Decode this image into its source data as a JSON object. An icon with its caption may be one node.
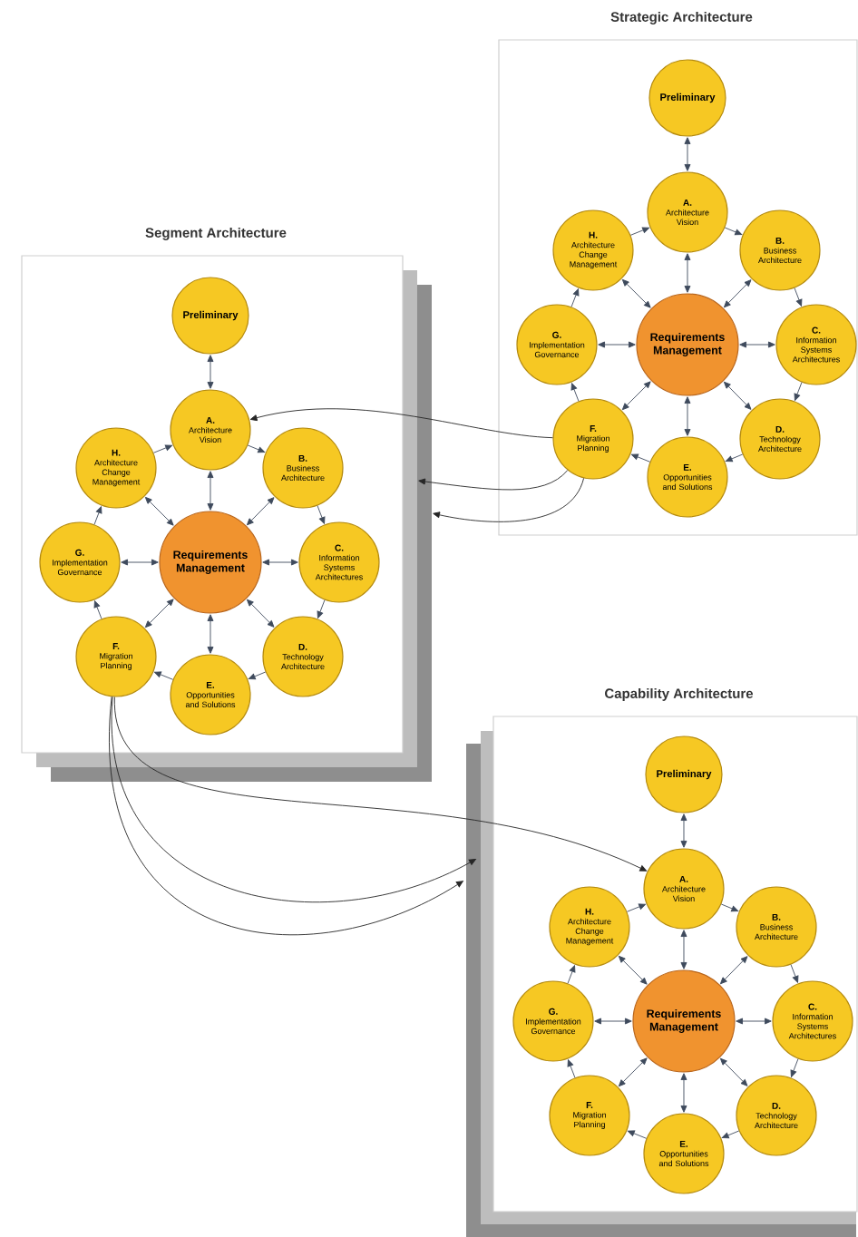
{
  "diagram": {
    "nodes": [
      {
        "text": [
          "Strategic Architecture"
        ]
      },
      {
        "text": [
          "Preliminary"
        ],
        "in": 0
      },
      {
        "text": [
          "A.",
          "Architecture Vision"
        ],
        "in": 0
      },
      {
        "text": [
          "B.",
          "Business Architecture"
        ],
        "in": 0
      },
      {
        "text": [
          "C.",
          "Information Systems Architectures"
        ],
        "in": 0
      },
      {
        "text": [
          "D.",
          "Technology Architecture"
        ],
        "in": 0
      },
      {
        "text": [
          "E.",
          "Opportunities and Solutions"
        ],
        "in": 0
      },
      {
        "text": [
          "F.",
          "Migration Planning"
        ],
        "in": 0
      },
      {
        "text": [
          "G.",
          "Implementation Governance"
        ],
        "in": 0
      },
      {
        "text": [
          "H.",
          "Architecture Change Management"
        ],
        "in": 0
      },
      {
        "text": [
          "Requirements Management"
        ],
        "in": 0
      },
      {
        "text": [
          "Segment Architecture"
        ]
      },
      {
        "text": [
          "Preliminary"
        ],
        "in": 11
      },
      {
        "text": [
          "A.",
          "Architecture Vision"
        ],
        "in": 11
      },
      {
        "text": [
          "B.",
          "Business Architecture"
        ],
        "in": 11
      },
      {
        "text": [
          "C.",
          "Information Systems Architectures"
        ],
        "in": 11
      },
      {
        "text": [
          "D.",
          "Technology Architecture"
        ],
        "in": 11
      },
      {
        "text": [
          "E.",
          "Opportunities and Solutions"
        ],
        "in": 11
      },
      {
        "text": [
          "F.",
          "Migration Planning"
        ],
        "in": 11
      },
      {
        "text": [
          "G.",
          "Implementation Governance"
        ],
        "in": 11
      },
      {
        "text": [
          "H.",
          "Architecture Change Management"
        ],
        "in": 11
      },
      {
        "text": [
          "Requirements Management"
        ],
        "in": 11
      },
      {
        "text": [
          "Capability Architecture"
        ]
      },
      {
        "text": [
          "Preliminary"
        ],
        "in": 22
      },
      {
        "text": [
          "A.",
          "Architecture Vision"
        ],
        "in": 22
      },
      {
        "text": [
          "B.",
          "Business Architecture"
        ],
        "in": 22
      },
      {
        "text": [
          "C.",
          "Information Systems Architectures"
        ],
        "in": 22
      },
      {
        "text": [
          "D.",
          "Technology Architecture"
        ],
        "in": 22
      },
      {
        "text": [
          "E.",
          "Opportunities and Solutions"
        ],
        "in": 22
      },
      {
        "text": [
          "F.",
          "Migration Planning"
        ],
        "in": 22
      },
      {
        "text": [
          "G.",
          "Implementation Governance"
        ],
        "in": 22
      },
      {
        "text": [
          "H.",
          "Architecture Change Management"
        ],
        "in": 22
      },
      {
        "text": [
          "Requirements Management"
        ],
        "in": 22
      }
    ],
    "edges": [
      {
        "from": 1,
        "to": 2,
        "arrow": "both"
      },
      {
        "from": 2,
        "to": 3,
        "arrow": "to"
      },
      {
        "from": 3,
        "to": 4,
        "arrow": "to"
      },
      {
        "from": 4,
        "to": 5,
        "arrow": "to"
      },
      {
        "from": 5,
        "to": 6,
        "arrow": "to"
      },
      {
        "from": 6,
        "to": 7,
        "arrow": "to"
      },
      {
        "from": 7,
        "to": 8,
        "arrow": "to"
      },
      {
        "from": 8,
        "to": 9,
        "arrow": "to"
      },
      {
        "from": 9,
        "to": 2,
        "arrow": "to"
      },
      {
        "from": 10,
        "to": 2,
        "arrow": "both"
      },
      {
        "from": 10,
        "to": 3,
        "arrow": "both"
      },
      {
        "from": 10,
        "to": 4,
        "arrow": "both"
      },
      {
        "from": 10,
        "to": 5,
        "arrow": "both"
      },
      {
        "from": 10,
        "to": 6,
        "arrow": "both"
      },
      {
        "from": 10,
        "to": 7,
        "arrow": "both"
      },
      {
        "from": 10,
        "to": 8,
        "arrow": "both"
      },
      {
        "from": 10,
        "to": 9,
        "arrow": "both"
      },
      {
        "from": 12,
        "to": 13,
        "arrow": "both"
      },
      {
        "from": 13,
        "to": 14,
        "arrow": "to"
      },
      {
        "from": 14,
        "to": 15,
        "arrow": "to"
      },
      {
        "from": 15,
        "to": 16,
        "arrow": "to"
      },
      {
        "from": 16,
        "to": 17,
        "arrow": "to"
      },
      {
        "from": 17,
        "to": 18,
        "arrow": "to"
      },
      {
        "from": 18,
        "to": 19,
        "arrow": "to"
      },
      {
        "from": 19,
        "to": 20,
        "arrow": "to"
      },
      {
        "from": 20,
        "to": 13,
        "arrow": "to"
      },
      {
        "from": 21,
        "to": 13,
        "arrow": "both"
      },
      {
        "from": 21,
        "to": 14,
        "arrow": "both"
      },
      {
        "from": 21,
        "to": 15,
        "arrow": "both"
      },
      {
        "from": 21,
        "to": 16,
        "arrow": "both"
      },
      {
        "from": 21,
        "to": 17,
        "arrow": "both"
      },
      {
        "from": 21,
        "to": 18,
        "arrow": "both"
      },
      {
        "from": 21,
        "to": 19,
        "arrow": "both"
      },
      {
        "from": 21,
        "to": 20,
        "arrow": "both"
      },
      {
        "from": 23,
        "to": 24,
        "arrow": "both"
      },
      {
        "from": 24,
        "to": 25,
        "arrow": "to"
      },
      {
        "from": 25,
        "to": 26,
        "arrow": "to"
      },
      {
        "from": 26,
        "to": 27,
        "arrow": "to"
      },
      {
        "from": 27,
        "to": 28,
        "arrow": "to"
      },
      {
        "from": 28,
        "to": 29,
        "arrow": "to"
      },
      {
        "from": 29,
        "to": 30,
        "arrow": "to"
      },
      {
        "from": 30,
        "to": 31,
        "arrow": "to"
      },
      {
        "from": 31,
        "to": 24,
        "arrow": "to"
      },
      {
        "from": 32,
        "to": 24,
        "arrow": "both"
      },
      {
        "from": 32,
        "to": 25,
        "arrow": "both"
      },
      {
        "from": 32,
        "to": 26,
        "arrow": "both"
      },
      {
        "from": 32,
        "to": 27,
        "arrow": "both"
      },
      {
        "from": 32,
        "to": 28,
        "arrow": "both"
      },
      {
        "from": 32,
        "to": 29,
        "arrow": "both"
      },
      {
        "from": 32,
        "to": 30,
        "arrow": "both"
      },
      {
        "from": 32,
        "to": 31,
        "arrow": "both"
      },
      {
        "from": 7,
        "to": 13,
        "arrow": "to"
      },
      {
        "from": 7,
        "to": 11,
        "arrow": "to"
      },
      {
        "from": 7,
        "to": 11,
        "arrow": "to"
      },
      {
        "from": 18,
        "to": 24,
        "arrow": "to"
      },
      {
        "from": 18,
        "to": 22,
        "arrow": "to"
      },
      {
        "from": 18,
        "to": 22,
        "arrow": "to"
      }
    ]
  }
}
